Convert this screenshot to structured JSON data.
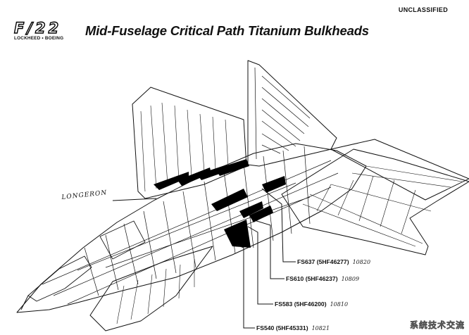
{
  "header": {
    "classification": "UNCLASSIFIED",
    "title": "Mid-Fuselage Critical Path Titanium Bulkheads",
    "logo_mark": "F/22",
    "logo_subtitle": "LOCKHEED • BOEING"
  },
  "annotations": {
    "longeron": "LONGERON"
  },
  "callouts": [
    {
      "label": "FS637 (5HF46277)",
      "handwritten": "10820"
    },
    {
      "label": "FS610 (5HF46237)",
      "handwritten": "10809"
    },
    {
      "label": "FS583 (5HF46200)",
      "handwritten": "10810"
    },
    {
      "label": "FS540 (5HF45331)",
      "handwritten": "10821"
    }
  ],
  "watermark": "系统技术交流",
  "colors": {
    "ink": "#111111",
    "paper": "#ffffff",
    "bulkhead": "#000000"
  }
}
